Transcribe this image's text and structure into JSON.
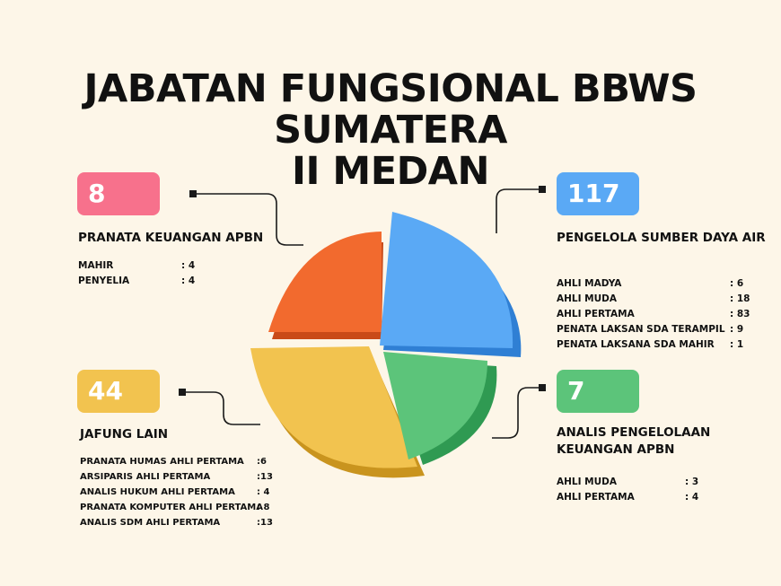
{
  "title": {
    "line1": "JABATAN FUNGSIONAL BBWS SUMATERA",
    "line2": "II MEDAN"
  },
  "colors": {
    "background": "#fdf6e8",
    "pink": "#f7718c",
    "blue": "#5aa9f5",
    "yellow": "#f2c34f",
    "green": "#5cc47a",
    "orange": "#f26a2e"
  },
  "groups": {
    "pranata_keuangan": {
      "count": "8",
      "color": "#f7718c",
      "title": "PRANATA KEUANGAN APBN",
      "items": [
        {
          "name": "MAHIR",
          "value": ":  4"
        },
        {
          "name": "PENYELIA",
          "value": ":  4"
        }
      ]
    },
    "pengelola_sda": {
      "count": "117",
      "color": "#5aa9f5",
      "title": "PENGELOLA SUMBER DAYA AIR",
      "items": [
        {
          "name": "AHLI MADYA",
          "value": ": 6"
        },
        {
          "name": "AHLI MUDA",
          "value": ": 18"
        },
        {
          "name": "AHLI PERTAMA",
          "value": ": 83"
        },
        {
          "name": "PENATA LAKSAN SDA TERAMPIL",
          "value": ": 9"
        },
        {
          "name": "PENATA LAKSANA SDA MAHIR",
          "value": ": 1"
        }
      ]
    },
    "jafung_lain": {
      "count": "44",
      "color": "#f2c34f",
      "title": "JAFUNG LAIN",
      "items": [
        {
          "name": "PRANATA HUMAS AHLI PERTAMA",
          "value": ":6"
        },
        {
          "name": "ARSIPARIS AHLI PERTAMA",
          "value": ":13"
        },
        {
          "name": "ANALIS HUKUM AHLI PERTAMA",
          "value": ": 4"
        },
        {
          "name": "PRANATA KOMPUTER AHLI PERTAMA",
          "value": ": 8"
        },
        {
          "name": "ANALIS SDM AHLI PERTAMA",
          "value": ":13"
        }
      ]
    },
    "analis_keuangan": {
      "count": "7",
      "color": "#5cc47a",
      "title_line1": "ANALIS PENGELOLAAN",
      "title_line2": "KEUANGAN APBN",
      "items": [
        {
          "name": "AHLI MUDA",
          "value": ":  3"
        },
        {
          "name": "AHLI PERTAMA",
          "value": ":  4"
        }
      ]
    }
  }
}
